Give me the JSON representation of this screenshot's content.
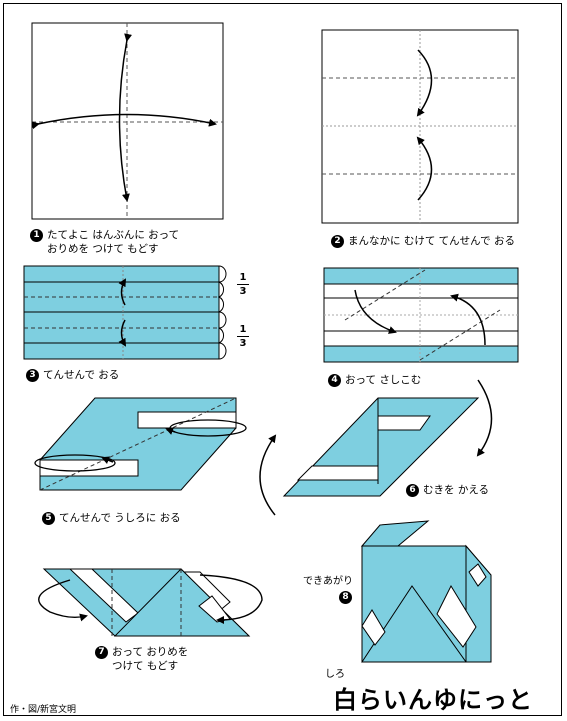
{
  "colors": {
    "paper_blue": "#7ecfe0",
    "outline": "#000000",
    "background": "#ffffff"
  },
  "steps": [
    {
      "num": "1",
      "line1": "たてよこ はんぶんに おって",
      "line2": "おりめを つけて もどす"
    },
    {
      "num": "2",
      "line1": "まんなかに むけて てんせんで おる"
    },
    {
      "num": "3",
      "line1": "てんせんで おる"
    },
    {
      "num": "4",
      "line1": "おって さしこむ"
    },
    {
      "num": "5",
      "line1": "てんせんで うしろに おる"
    },
    {
      "num": "6",
      "line1": "むきを かえる"
    },
    {
      "num": "7",
      "line1": "おって おりめを",
      "line2": "つけて もどす"
    },
    {
      "num": "8",
      "label": "できあがり"
    }
  ],
  "fraction": {
    "numerator": "1",
    "denominator": "3"
  },
  "shiro_label": "しろ",
  "title": "白らいんゆにっと",
  "credit": "作・図/新宮文明"
}
